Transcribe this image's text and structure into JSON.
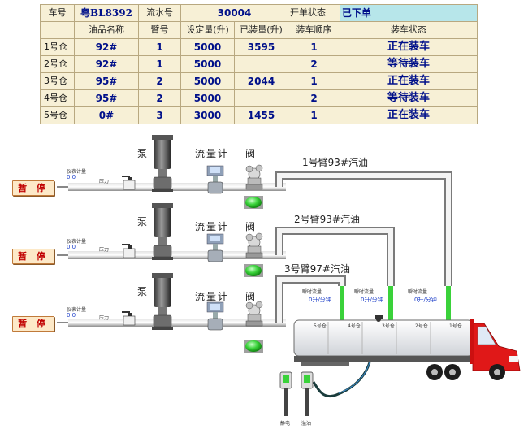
{
  "header": {
    "plate_label": "车号",
    "plate_value": "粤BL8392",
    "serial_label": "流水号",
    "serial_value": "30004",
    "order_status_label": "开单状态",
    "order_status_value": "已下单"
  },
  "columns": {
    "product": "油品名称",
    "arm": "臂号",
    "setpoint": "设定量(升)",
    "loaded": "已装量(升)",
    "sequence": "装车顺序",
    "status": "装车状态"
  },
  "rows": [
    {
      "bay": "1号仓",
      "product": "92#",
      "arm": "1",
      "setpoint": "5000",
      "loaded": "3595",
      "sequence": "1",
      "status": "正在装车"
    },
    {
      "bay": "2号仓",
      "product": "92#",
      "arm": "1",
      "setpoint": "5000",
      "loaded": "",
      "sequence": "2",
      "status": "等待装车"
    },
    {
      "bay": "3号仓",
      "product": "95#",
      "arm": "2",
      "setpoint": "5000",
      "loaded": "2044",
      "sequence": "1",
      "status": "正在装车"
    },
    {
      "bay": "4号仓",
      "product": "95#",
      "arm": "2",
      "setpoint": "5000",
      "loaded": "",
      "sequence": "2",
      "status": "等待装车"
    },
    {
      "bay": "5号仓",
      "product": "0#",
      "arm": "3",
      "setpoint": "3000",
      "loaded": "1455",
      "sequence": "1",
      "status": "正在装车"
    }
  ],
  "lines": [
    {
      "pause": "暂 停",
      "pump": "泵",
      "meter": "流量计",
      "valve": "阀",
      "arm": "1号臂93#汽油",
      "instr": "仪表计量",
      "instr_value": "0.0",
      "pressure": "压力"
    },
    {
      "pause": "暂 停",
      "pump": "泵",
      "meter": "流量计",
      "valve": "阀",
      "arm": "2号臂93#汽油",
      "instr": "仪表计量",
      "instr_value": "0.0",
      "pressure": "压力"
    },
    {
      "pause": "暂 停",
      "pump": "泵",
      "meter": "流量计",
      "valve": "阀",
      "arm": "3号臂97#汽油",
      "instr": "仪表计量",
      "instr_value": "0.0",
      "pressure": "压力"
    }
  ],
  "flows": [
    {
      "label": "瞬时流量",
      "value": "0升/分钟"
    },
    {
      "label": "瞬时流量",
      "value": "0升/分钟"
    },
    {
      "label": "瞬时流量",
      "value": "0升/分钟"
    }
  ],
  "compartments": [
    "5号仓",
    "4号仓",
    "3号仓",
    "2号仓",
    "1号仓"
  ],
  "bottom": {
    "left": "静电",
    "right": "溢油"
  },
  "colors": {
    "table_bg": "#f7f0d6",
    "value_blue": "#00108a",
    "pause_red": "#c00000",
    "indicator_green": "#22cc22",
    "truck_red": "#e01818",
    "plate_cyan": "#b7e6ea"
  }
}
